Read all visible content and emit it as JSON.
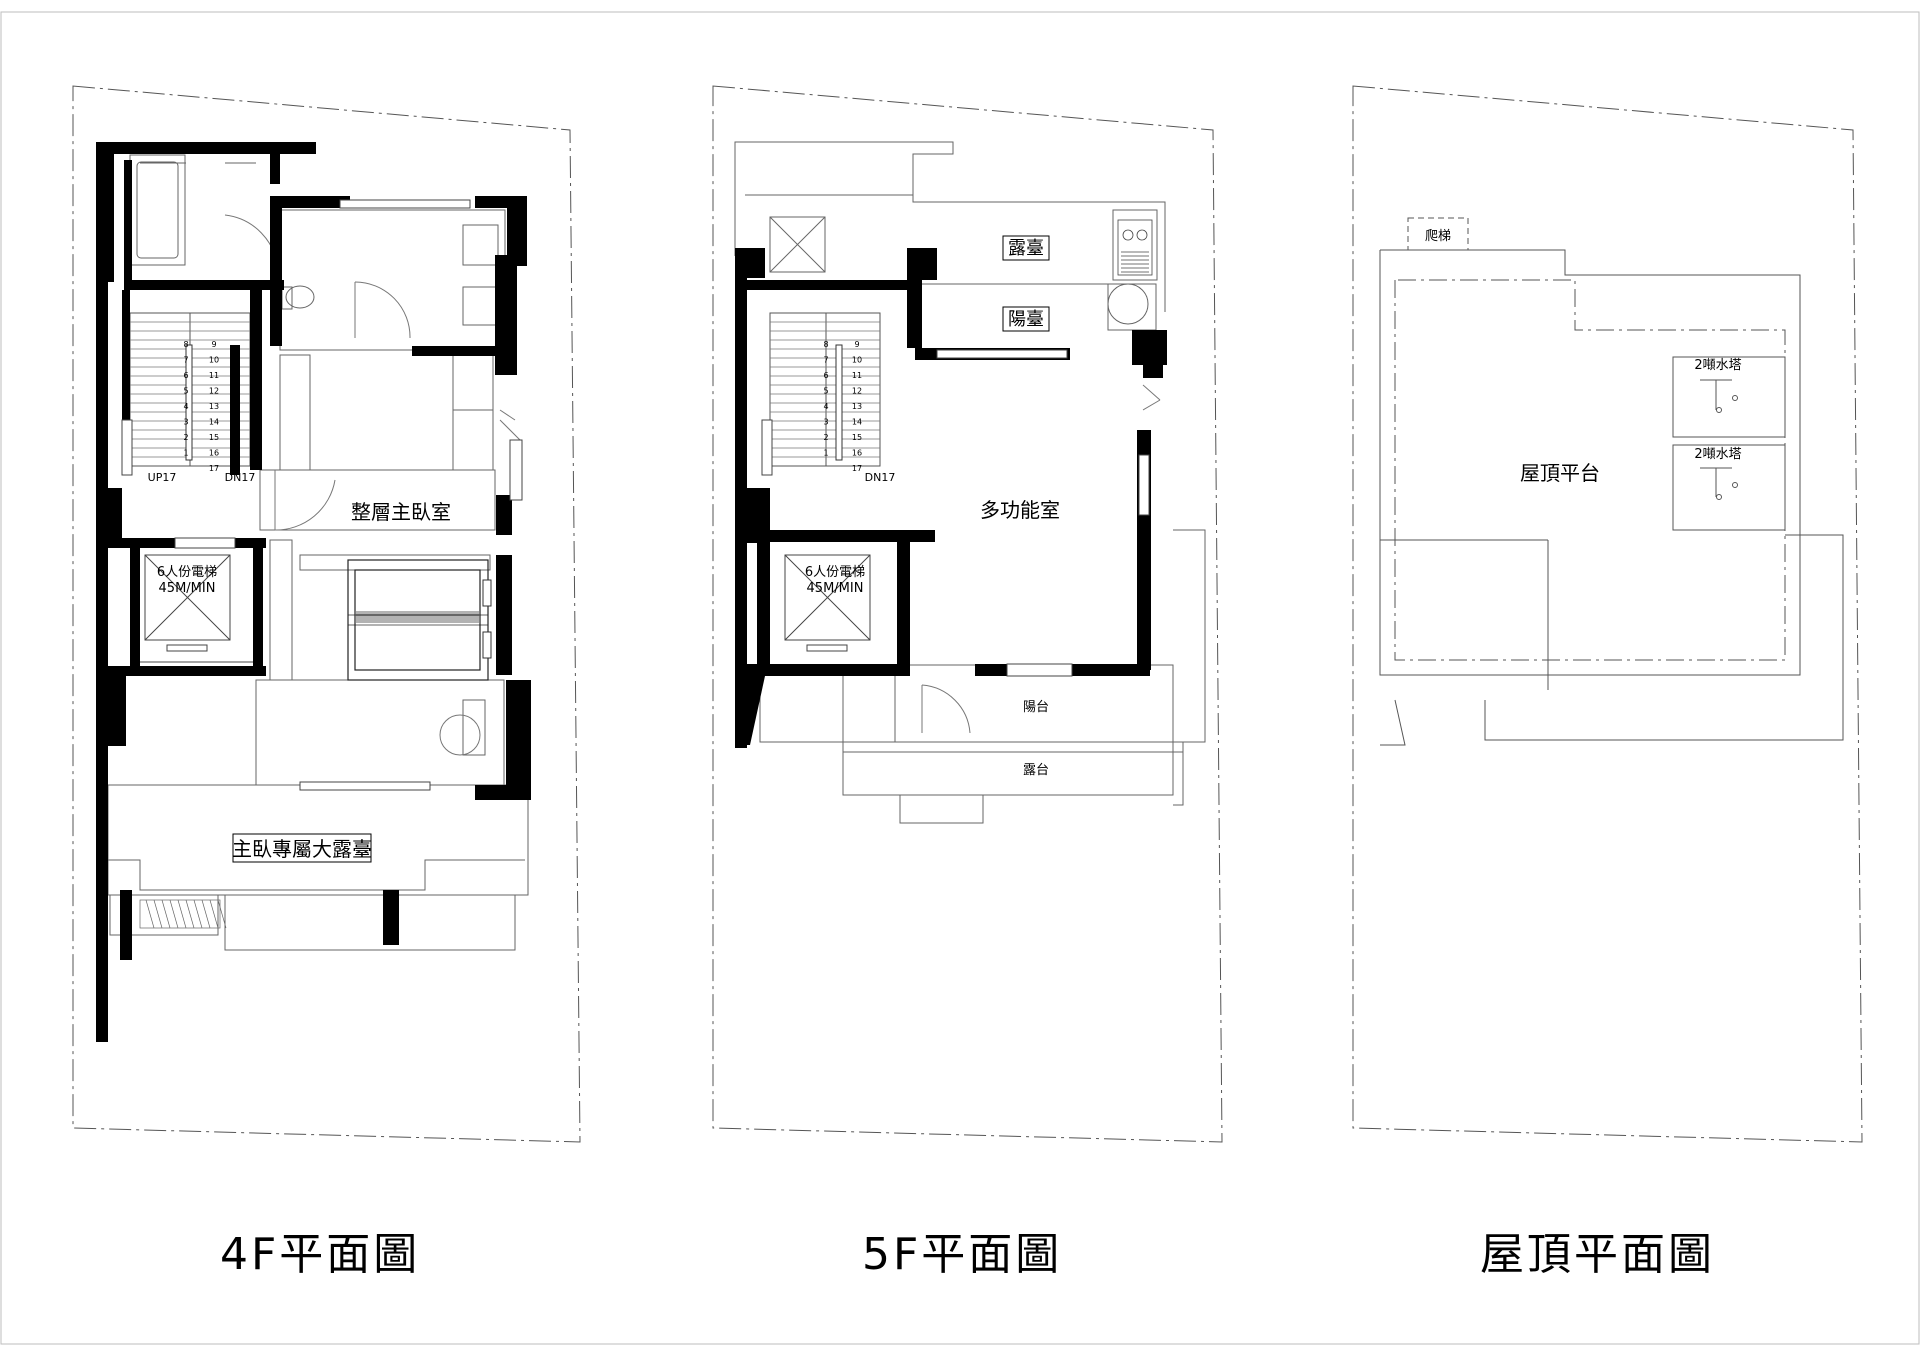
{
  "captions": {
    "floor4": "4F平面圖",
    "floor5": "5F平面圖",
    "roof": "屋頂平面圖"
  },
  "floor4": {
    "master_bedroom": "整層主臥室",
    "elevator_capacity": "6人份電梯",
    "elevator_speed": "45M/MIN",
    "terrace": "主臥專屬大露臺",
    "stair_up": "UP17",
    "stair_down": "DN17",
    "stair_left": [
      "8",
      "7",
      "6",
      "5",
      "4",
      "3",
      "2",
      "1"
    ],
    "stair_right": [
      "9",
      "10",
      "11",
      "12",
      "13",
      "14",
      "15",
      "16",
      "17"
    ]
  },
  "floor5": {
    "terrace_top": "露臺",
    "balcony_top": "陽臺",
    "multi_room": "多功能室",
    "elevator_capacity": "6人份電梯",
    "elevator_speed": "45M/MIN",
    "balcony_bottom": "陽台",
    "terrace_bottom": "露台",
    "stair_down": "DN17",
    "stair_left": [
      "8",
      "7",
      "6",
      "5",
      "4",
      "3",
      "2",
      "1"
    ],
    "stair_right": [
      "9",
      "10",
      "11",
      "12",
      "13",
      "14",
      "15",
      "16",
      "17"
    ]
  },
  "roof": {
    "ladder": "爬梯",
    "platform": "屋頂平台",
    "tank1": "2噸水塔",
    "tank2": "2噸水塔"
  }
}
